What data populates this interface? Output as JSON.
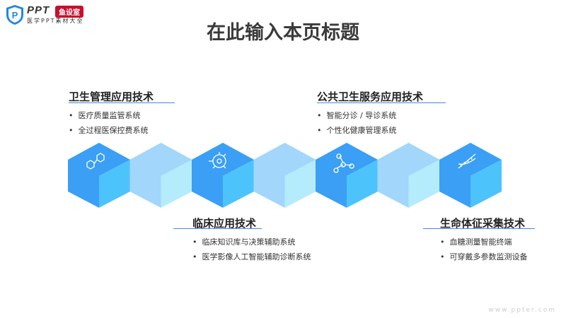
{
  "logo": {
    "brand": "PPT",
    "badge": "鱼设室",
    "slogan": "医学PPT素材大全"
  },
  "title": "在此输入本页标题",
  "sections": [
    {
      "heading": "卫生管理应用技术",
      "items": [
        "医疗质量监管系统",
        "全过程医保控费系统"
      ]
    },
    {
      "heading": "公共卫生服务应用技术",
      "items": [
        "智能分诊 / 导诊系统",
        "个性化健康管理系统"
      ]
    },
    {
      "heading": "临床应用技术",
      "items": [
        "临床知识库与决策辅助系统",
        "医学影像人工智能辅助诊断系统"
      ]
    },
    {
      "heading": "生命体征采集技术",
      "items": [
        "血糖测量智能终端",
        "可穿戴多参数监测设备"
      ]
    }
  ],
  "cubes": [
    {
      "tone": "dark",
      "icon": "molecule-icon"
    },
    {
      "tone": "light"
    },
    {
      "tone": "dark",
      "icon": "cell-icon"
    },
    {
      "tone": "light"
    },
    {
      "tone": "dark",
      "icon": "network-icon"
    },
    {
      "tone": "light"
    },
    {
      "tone": "dark",
      "icon": "dna-icon"
    }
  ],
  "colors": {
    "dark_left": "#3a9ff5",
    "dark_right": "#4dc3fb",
    "light_left": "#a2d6fb",
    "light_right": "#b5ecfc",
    "accent": "#3a8ee6"
  },
  "footer": "www.ppter.com"
}
